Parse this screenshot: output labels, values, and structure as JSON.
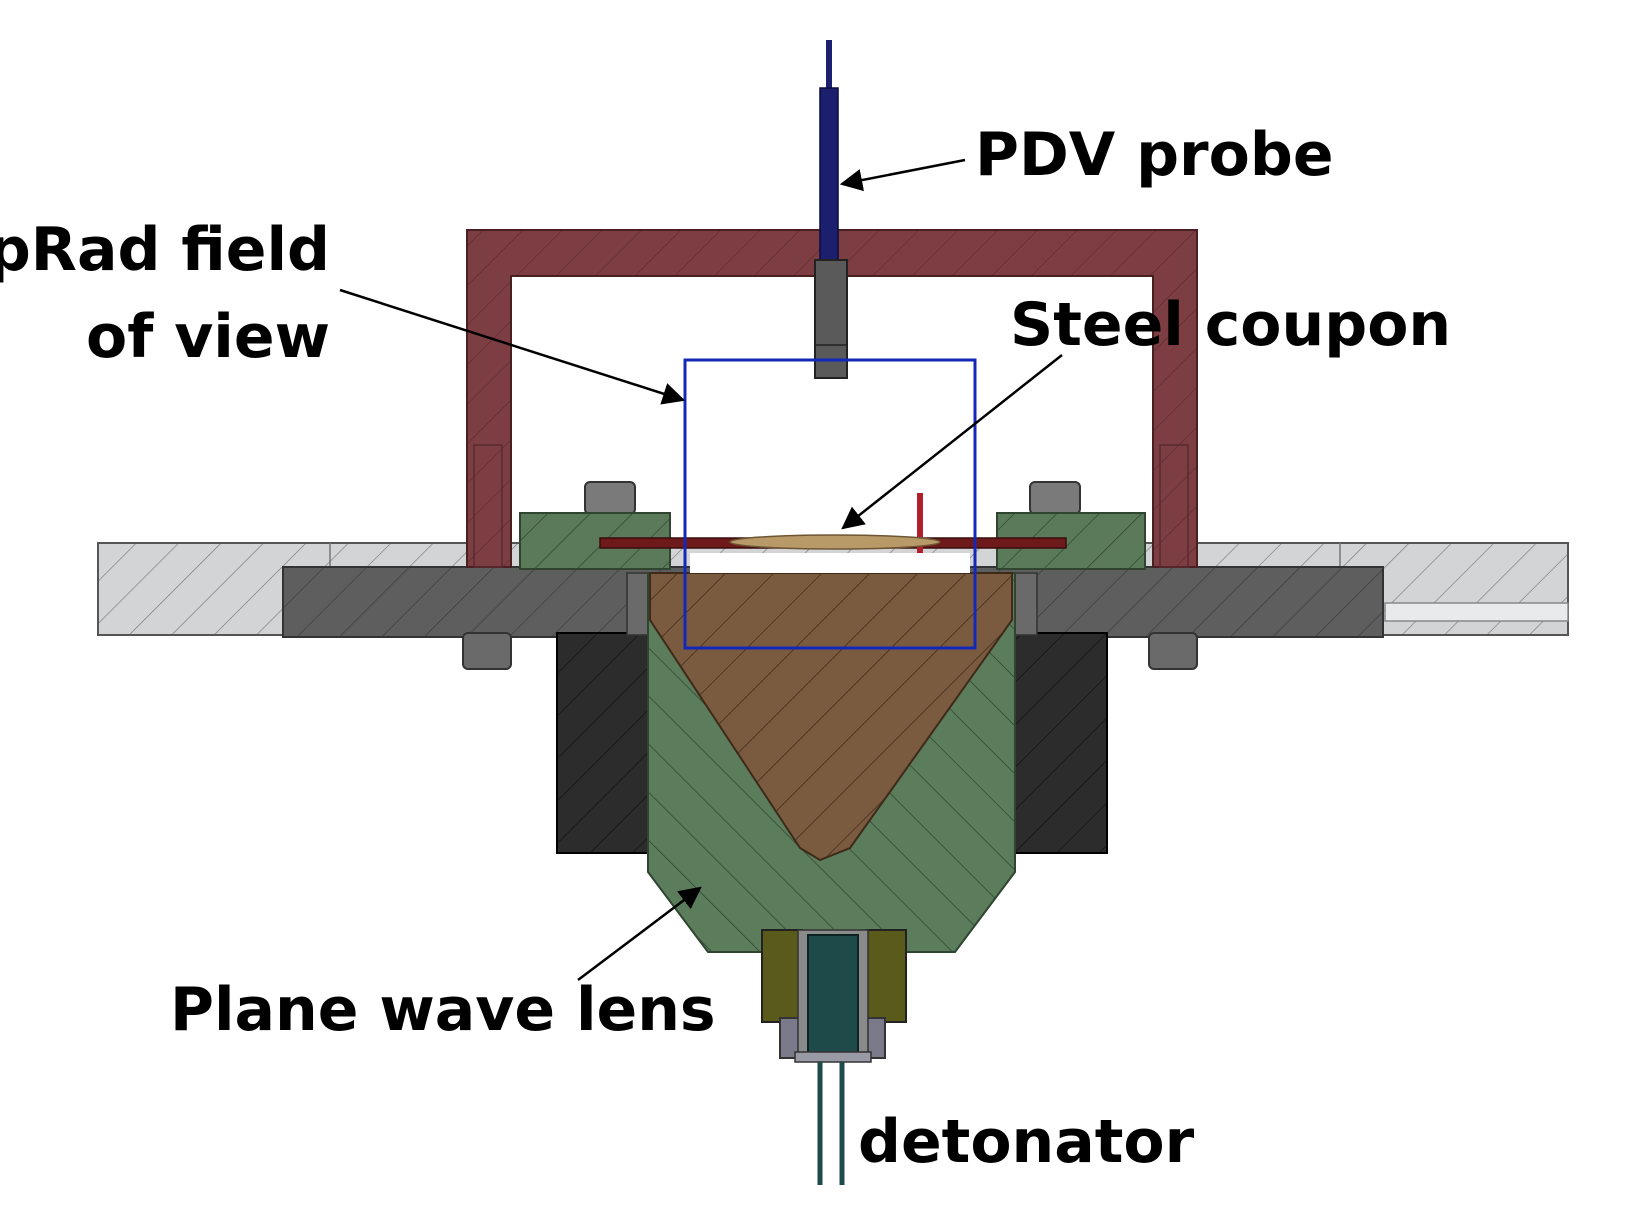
{
  "labels": {
    "pdv_probe": "PDV probe",
    "prad_fov_line1": "pRad field",
    "prad_fov_line2": "of view",
    "steel_coupon": "Steel coupon",
    "plane_wave_lens": "Plane wave lens",
    "detonator": "detonator"
  },
  "colors": {
    "frame": "#7a3b3f",
    "frame_dark": "#4a1f22",
    "probe": "#1b1f6e",
    "probe_holder": "#5a5a5a",
    "base_light": "#c9cacc",
    "base_dark": "#5d5d5d",
    "clamp_green": "#5a7a5a",
    "lens_green": "#5b7d5c",
    "lens_brown": "#7a5a3f",
    "side_black": "#2b2b2b",
    "fov_box": "#1428b8",
    "coupon": "#b89968",
    "coupon_plate": "#6e1a1a",
    "det_olive": "#5a5a1a",
    "det_teal": "#1f4a4a",
    "det_grey": "#7a7a8a"
  }
}
